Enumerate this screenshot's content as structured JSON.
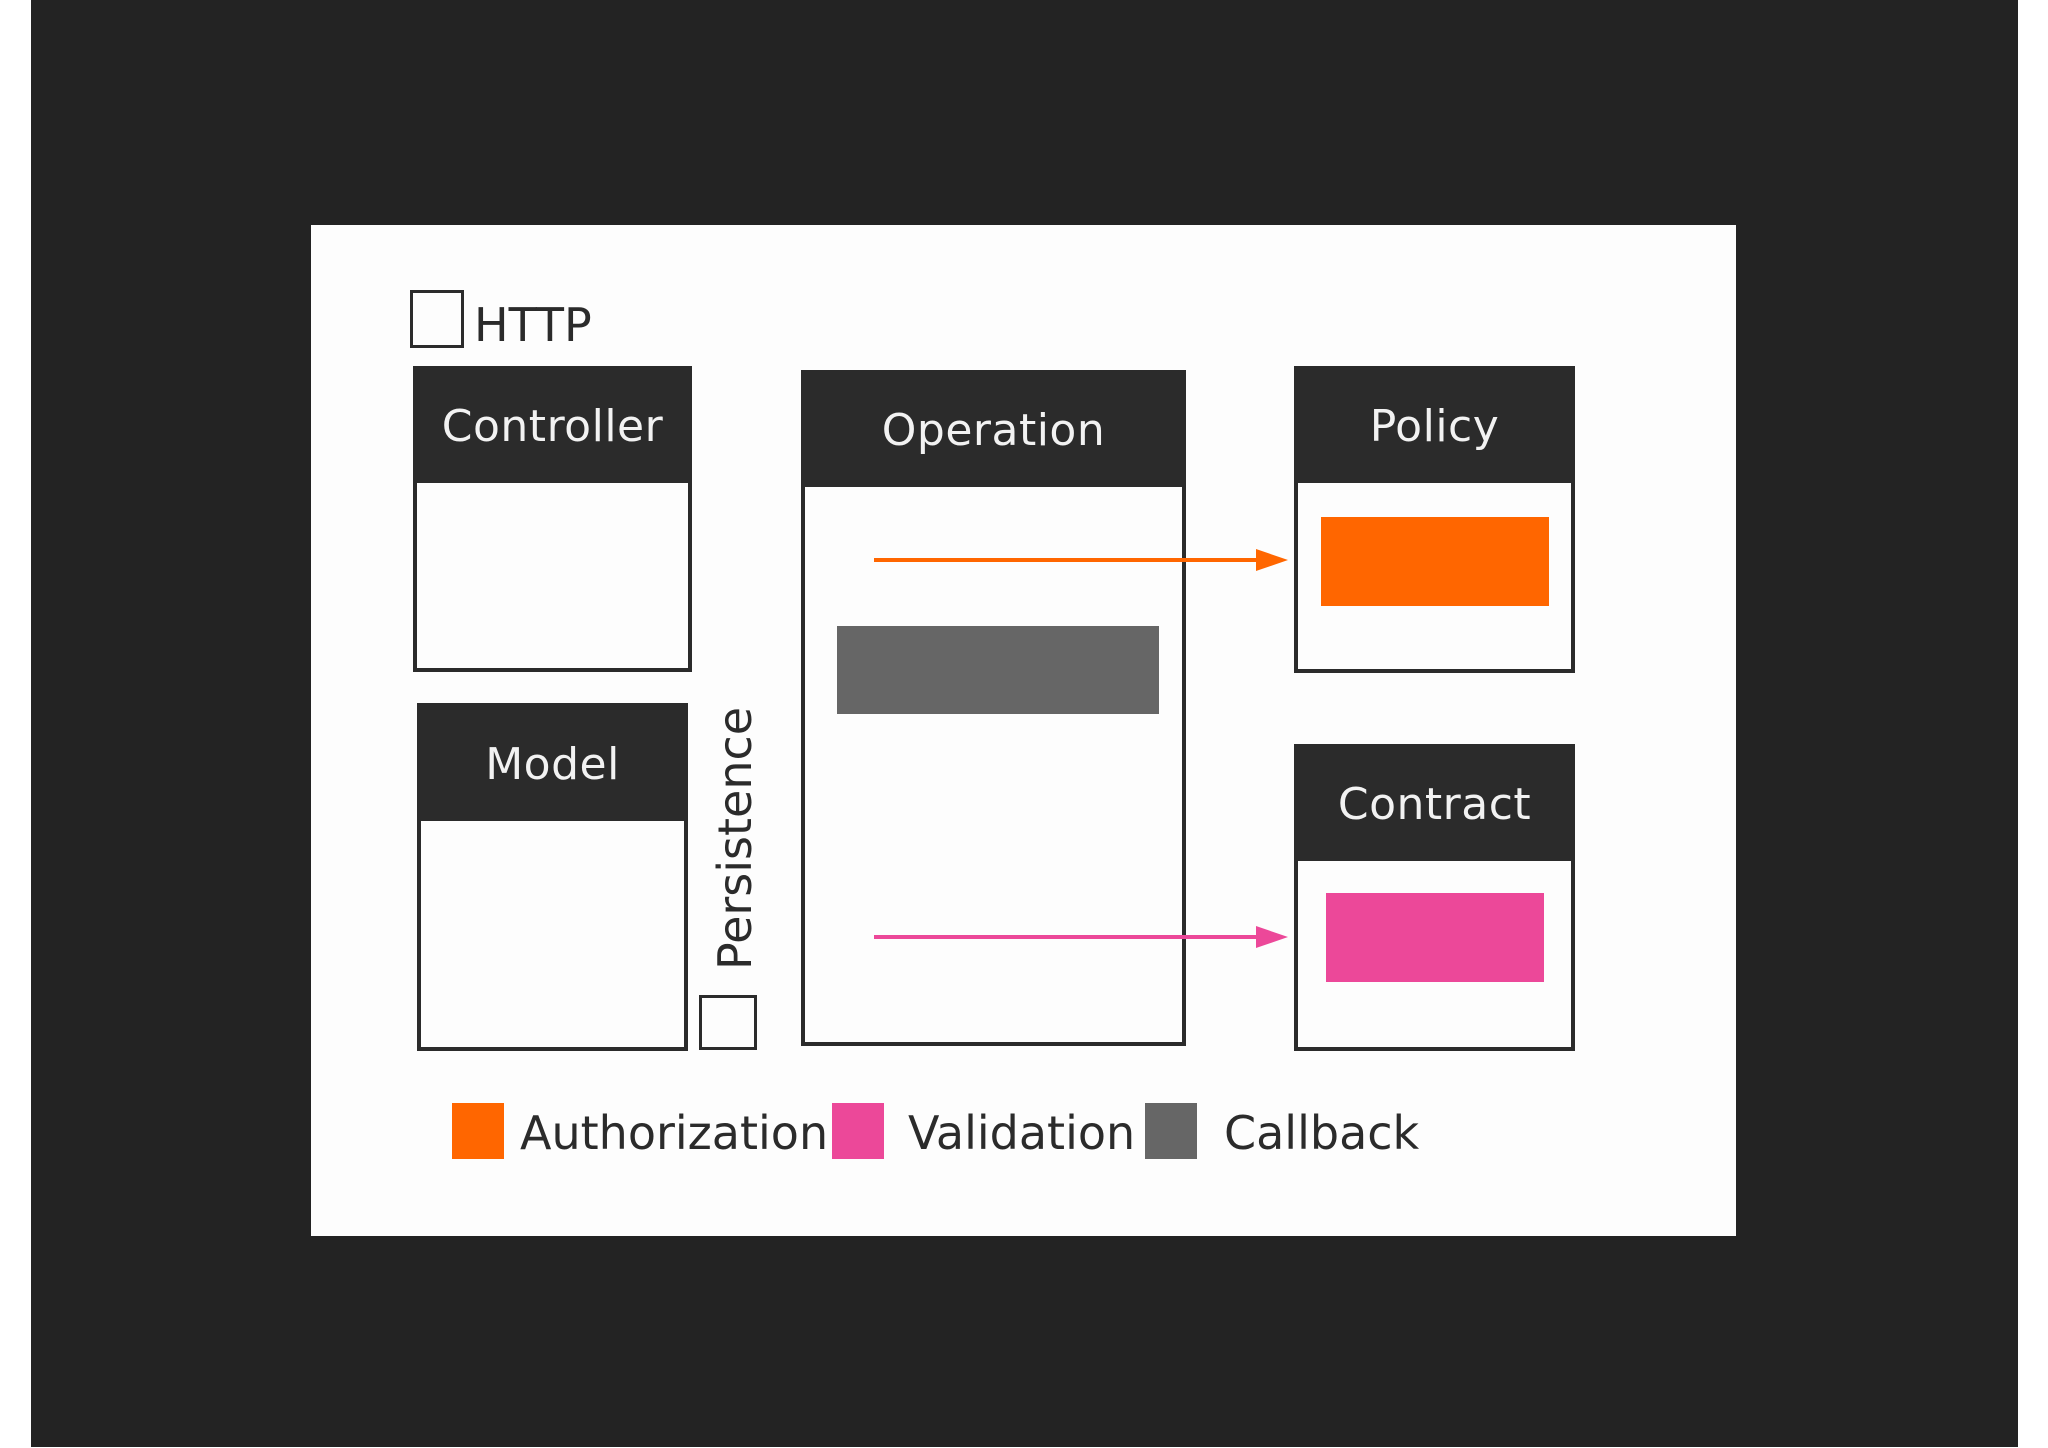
{
  "labels": {
    "http": "HTTP",
    "persistence": "Persistence"
  },
  "boxes": {
    "controller": "Controller",
    "operation": "Operation",
    "policy": "Policy",
    "model": "Model",
    "contract": "Contract"
  },
  "legend": [
    {
      "label": "Authorization",
      "color": "#ff6600"
    },
    {
      "label": "Validation",
      "color": "#ec4899"
    },
    {
      "label": "Callback",
      "color": "#666666"
    }
  ],
  "colors": {
    "authorization": "#ff6600",
    "validation": "#ec4899",
    "callback": "#666666",
    "header": "#2b2b2b",
    "background": "#232323"
  }
}
